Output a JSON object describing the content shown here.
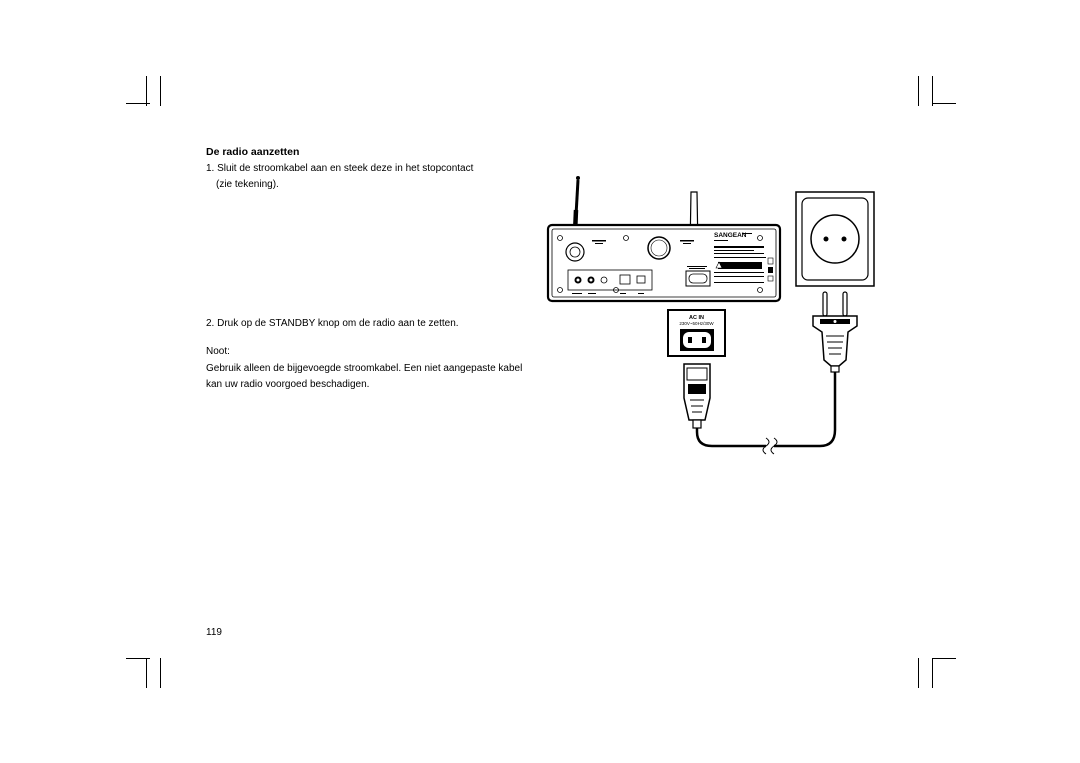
{
  "heading": "De radio aanzetten",
  "step1": {
    "line1": "1. Sluit de stroomkabel aan en steek deze in het stopcontact",
    "line2": "(zie tekening)."
  },
  "step2": "2. Druk op de STANDBY knop om de radio aan te zetten.",
  "note": {
    "label": "Noot:",
    "line1": "Gebruik alleen de bijgevoegde stroomkabel. Een niet aangepaste kabel",
    "line2": "kan uw radio voorgoed beschadigen."
  },
  "illustration": {
    "brand": "SANGEAN",
    "ac_label_line1": "AC IN",
    "ac_label_line2": "230V~50Hz/30W"
  },
  "page_number": "119"
}
